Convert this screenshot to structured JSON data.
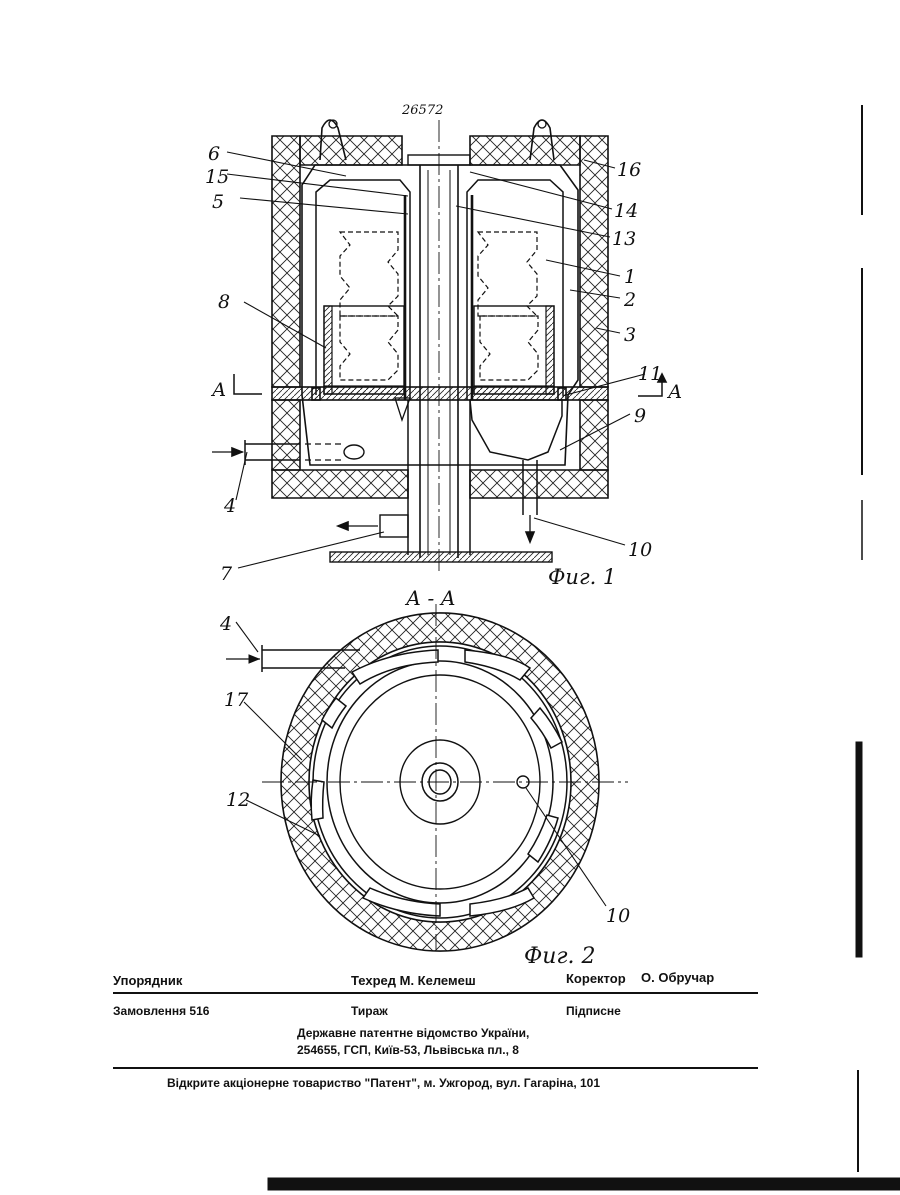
{
  "patent_number": "26572",
  "figure1": {
    "caption": "Фиг. 1",
    "section_mark": "А",
    "labels": {
      "l1": "1",
      "l2": "2",
      "l3": "3",
      "l4": "4",
      "l5": "5",
      "l6": "6",
      "l7": "7",
      "l8": "8",
      "l9": "9",
      "l10": "10",
      "l11": "11",
      "l13": "13",
      "l14": "14",
      "l15": "15",
      "l16": "16"
    }
  },
  "figure2": {
    "caption": "Фиг. 2",
    "section_title": "А - А",
    "labels": {
      "l4": "4",
      "l17": "17",
      "l12": "12",
      "l10": "10"
    }
  },
  "footer": {
    "compiler": "Упорядник",
    "techred": "Техред М. Келемеш",
    "corrector": "Коректор",
    "corrector_name": "О. Обручар",
    "order": "Замовлення 516",
    "circulation": "Тираж",
    "subscription": "Підписне",
    "office": "Державне патентне відомство України,",
    "address": "254655, ГСП, Київ-53, Львівська пл., 8",
    "printer": "Відкрите акціонерне товариство \"Патент\", м. Ужгород, вул. Гагаріна, 101"
  }
}
